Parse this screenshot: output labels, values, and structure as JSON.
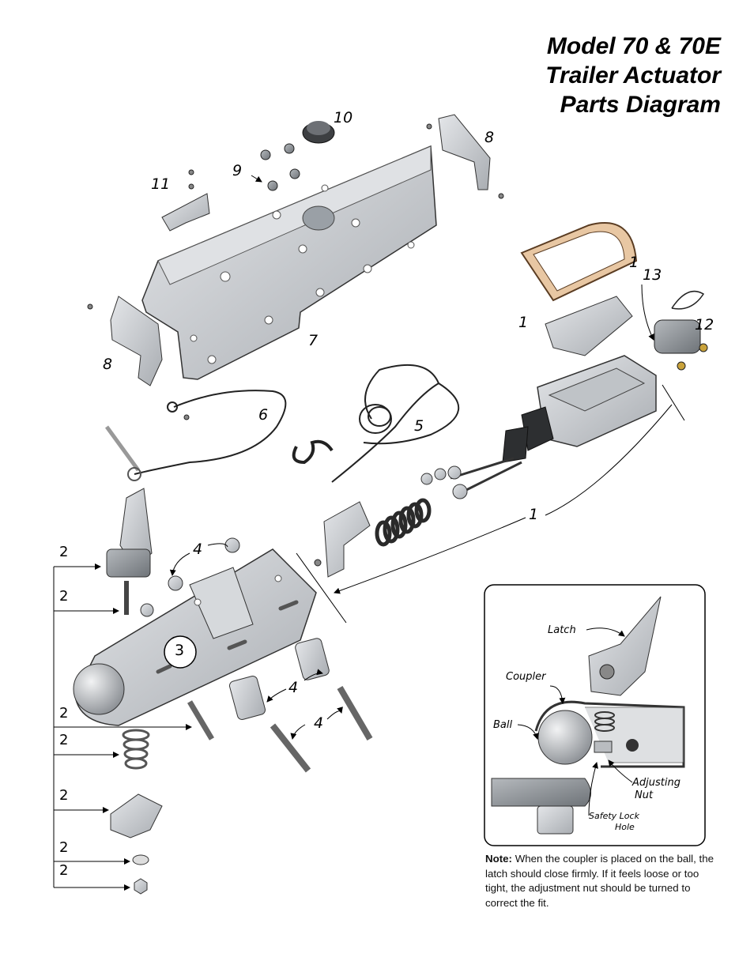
{
  "title": {
    "line1": "Model 70 & 70E",
    "line2": "Trailer Actuator",
    "line3": "Parts Diagram"
  },
  "callouts": {
    "c1a": "1",
    "c1b": "1",
    "c1c": "1",
    "c2a": "2",
    "c2b": "2",
    "c2c": "2",
    "c2d": "2",
    "c2e": "2",
    "c2f": "2",
    "c2g": "2",
    "c3": "3",
    "c4a": "4",
    "c4b": "4",
    "c4c": "4",
    "c5": "5",
    "c6": "6",
    "c7": "7",
    "c8a": "8",
    "c8b": "8",
    "c9": "9",
    "c10": "10",
    "c11": "11",
    "c12": "12",
    "c13": "13"
  },
  "inset": {
    "latch": "Latch",
    "coupler": "Coupler",
    "ball": "Ball",
    "adjusting_line1": "Adjusting",
    "adjusting_line2": "Nut",
    "safety_line1": "Safety Lock",
    "safety_line2": "Hole"
  },
  "note": {
    "label": "Note:",
    "text": "When the coupler is placed on the ball, the latch should close firmly.  If it feels loose or too tight, the adjustment nut should be turned to correct the fit."
  },
  "colors": {
    "metal": "#c9ccd0",
    "metal_dark": "#8c9096",
    "gasket": "#e8c7a3",
    "spring": "#3a3a3a",
    "outline": "#1a1a1a"
  }
}
